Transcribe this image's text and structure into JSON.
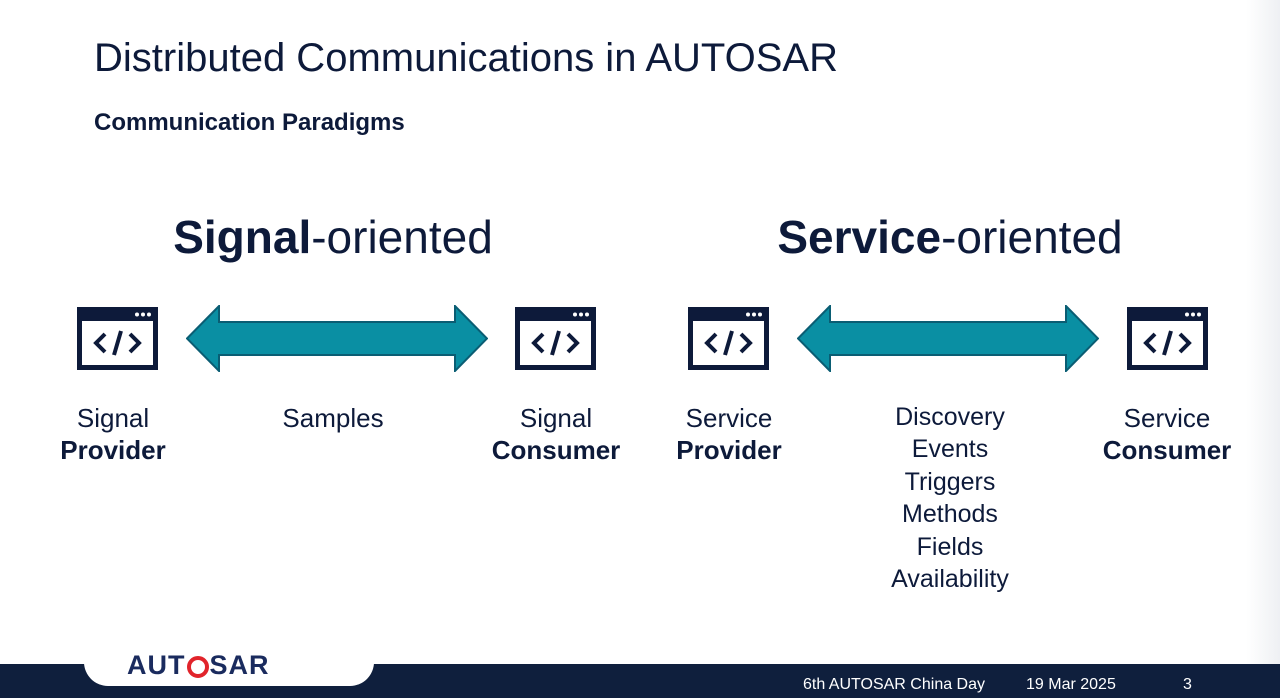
{
  "slide": {
    "title": "Distributed Communications in AUTOSAR",
    "subtitle": "Communication Paradigms"
  },
  "signal_section": {
    "heading_bold": "Signal",
    "heading_rest": "-oriented",
    "provider": {
      "line1": "Signal",
      "line2": "Provider"
    },
    "consumer": {
      "line1": "Signal",
      "line2": "Consumer"
    },
    "arrow_label": "Samples"
  },
  "service_section": {
    "heading_bold": "Service",
    "heading_rest": "-oriented",
    "provider": {
      "line1": "Service",
      "line2": "Provider"
    },
    "consumer": {
      "line1": "Service",
      "line2": "Consumer"
    },
    "arrow_labels": [
      "Discovery",
      "Events",
      "Triggers",
      "Methods",
      "Fields",
      "Availability"
    ]
  },
  "icons": {
    "component": "code-window-icon",
    "link": "double-headed-arrow-icon"
  },
  "footer": {
    "logo_left": "AUT",
    "logo_right": "SAR",
    "event": "6th AUTOSAR China Day",
    "date": "19 Mar 2025",
    "page_number": "3"
  },
  "colors": {
    "navy": "#0d1a3a",
    "arrow_fill": "#0a8fa3",
    "arrow_stroke": "#0a5d73",
    "footer_bar": "#0f1f3d",
    "logo_ring": "#e1242b"
  }
}
